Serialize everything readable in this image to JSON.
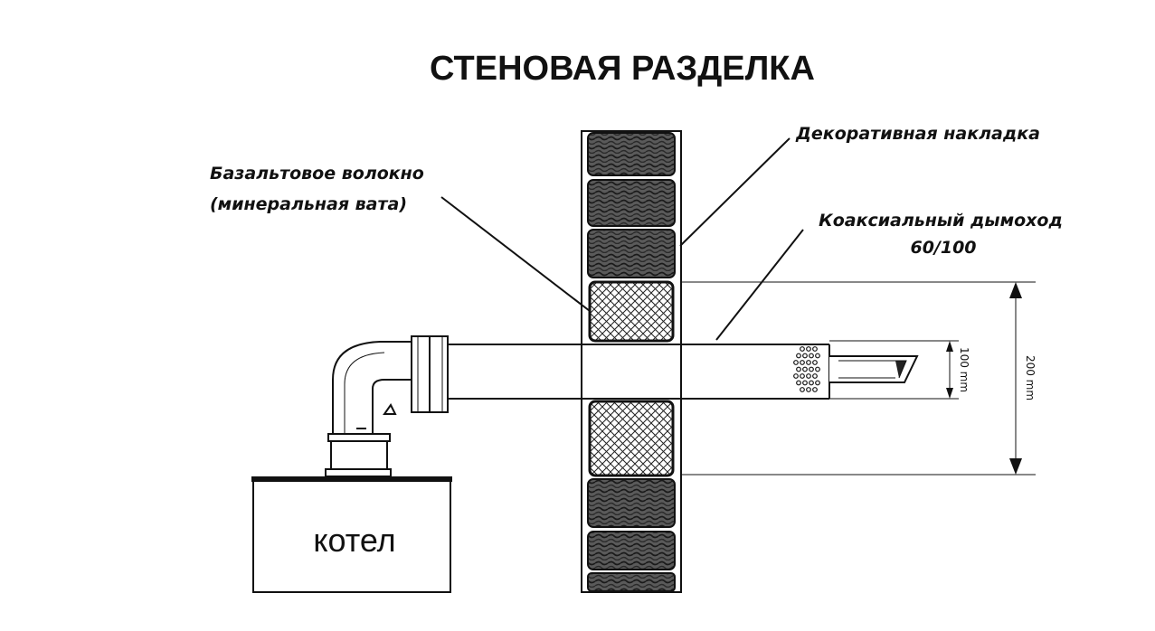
{
  "title": "СТЕНОВАЯ РАЗДЕЛКА",
  "labels": {
    "decorative_cover": "Декоративная накладка",
    "basalt_line1": "Базальтовое волокно",
    "basalt_line2": "(минеральная вата)",
    "coaxial_line1": "Коаксиальный дымоход",
    "coaxial_line2": "60/100",
    "boiler": "котел"
  },
  "dimensions": {
    "inner": "100 mm",
    "outer": "200 mm"
  },
  "colors": {
    "stroke": "#111111",
    "brick": "#4a4a4a",
    "background": "#ffffff"
  }
}
